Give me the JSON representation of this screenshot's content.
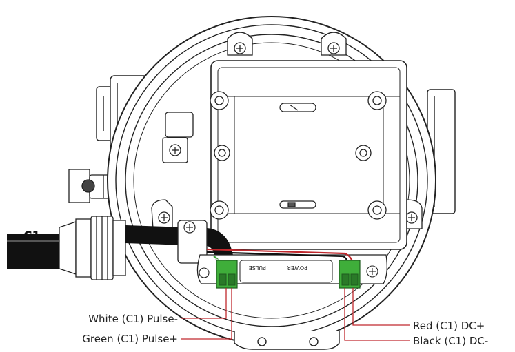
{
  "cable_label": "C1",
  "board": {
    "pulse_label": "PULSE",
    "power_label": "POWER"
  },
  "callouts": {
    "white": "White (C1) Pulse-",
    "green": "Green (C1) Pulse+",
    "red": "Red (C1) DC+",
    "black": "Black (C1) DC-"
  },
  "colors": {
    "wire_white": "#d0d0d0",
    "wire_green": "#3aa335",
    "wire_red": "#c0282d",
    "wire_black": "#111111",
    "leader_red": "#c0282d",
    "terminal_green": "#3fae3a"
  }
}
